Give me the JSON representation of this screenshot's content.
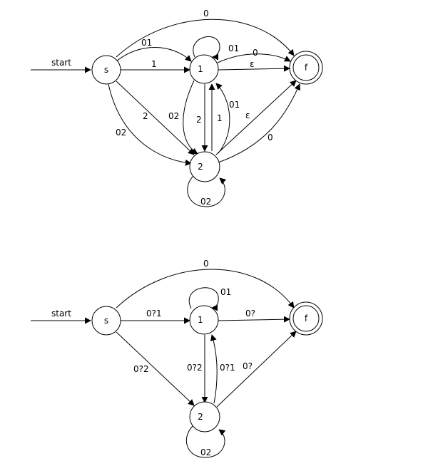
{
  "diagrams": [
    {
      "start_label": "start",
      "states": {
        "s": "s",
        "one": "1",
        "two": "2",
        "f": "f"
      },
      "edges": {
        "s_f": "0",
        "s_1_upper": "01",
        "s_1": "1",
        "s_2_direct": "2",
        "s_2_outer": "02",
        "loop_1": "01",
        "1_f_upper": "0",
        "1_f": "ε",
        "1_2_outer": "02",
        "1_2": "2",
        "2_1": "1",
        "2_1_outer": "01",
        "2_f_eps": "ε",
        "2_f_zero": "0",
        "loop_2": "02"
      }
    },
    {
      "start_label": "start",
      "states": {
        "s": "s",
        "one": "1",
        "two": "2",
        "f": "f"
      },
      "edges": {
        "s_f": "0",
        "s_1": "0?1",
        "s_2": "0?2",
        "loop_1": "01",
        "1_f": "0?",
        "1_2": "0?2",
        "2_1": "0?1",
        "2_f": "0?",
        "loop_2": "02"
      }
    }
  ]
}
